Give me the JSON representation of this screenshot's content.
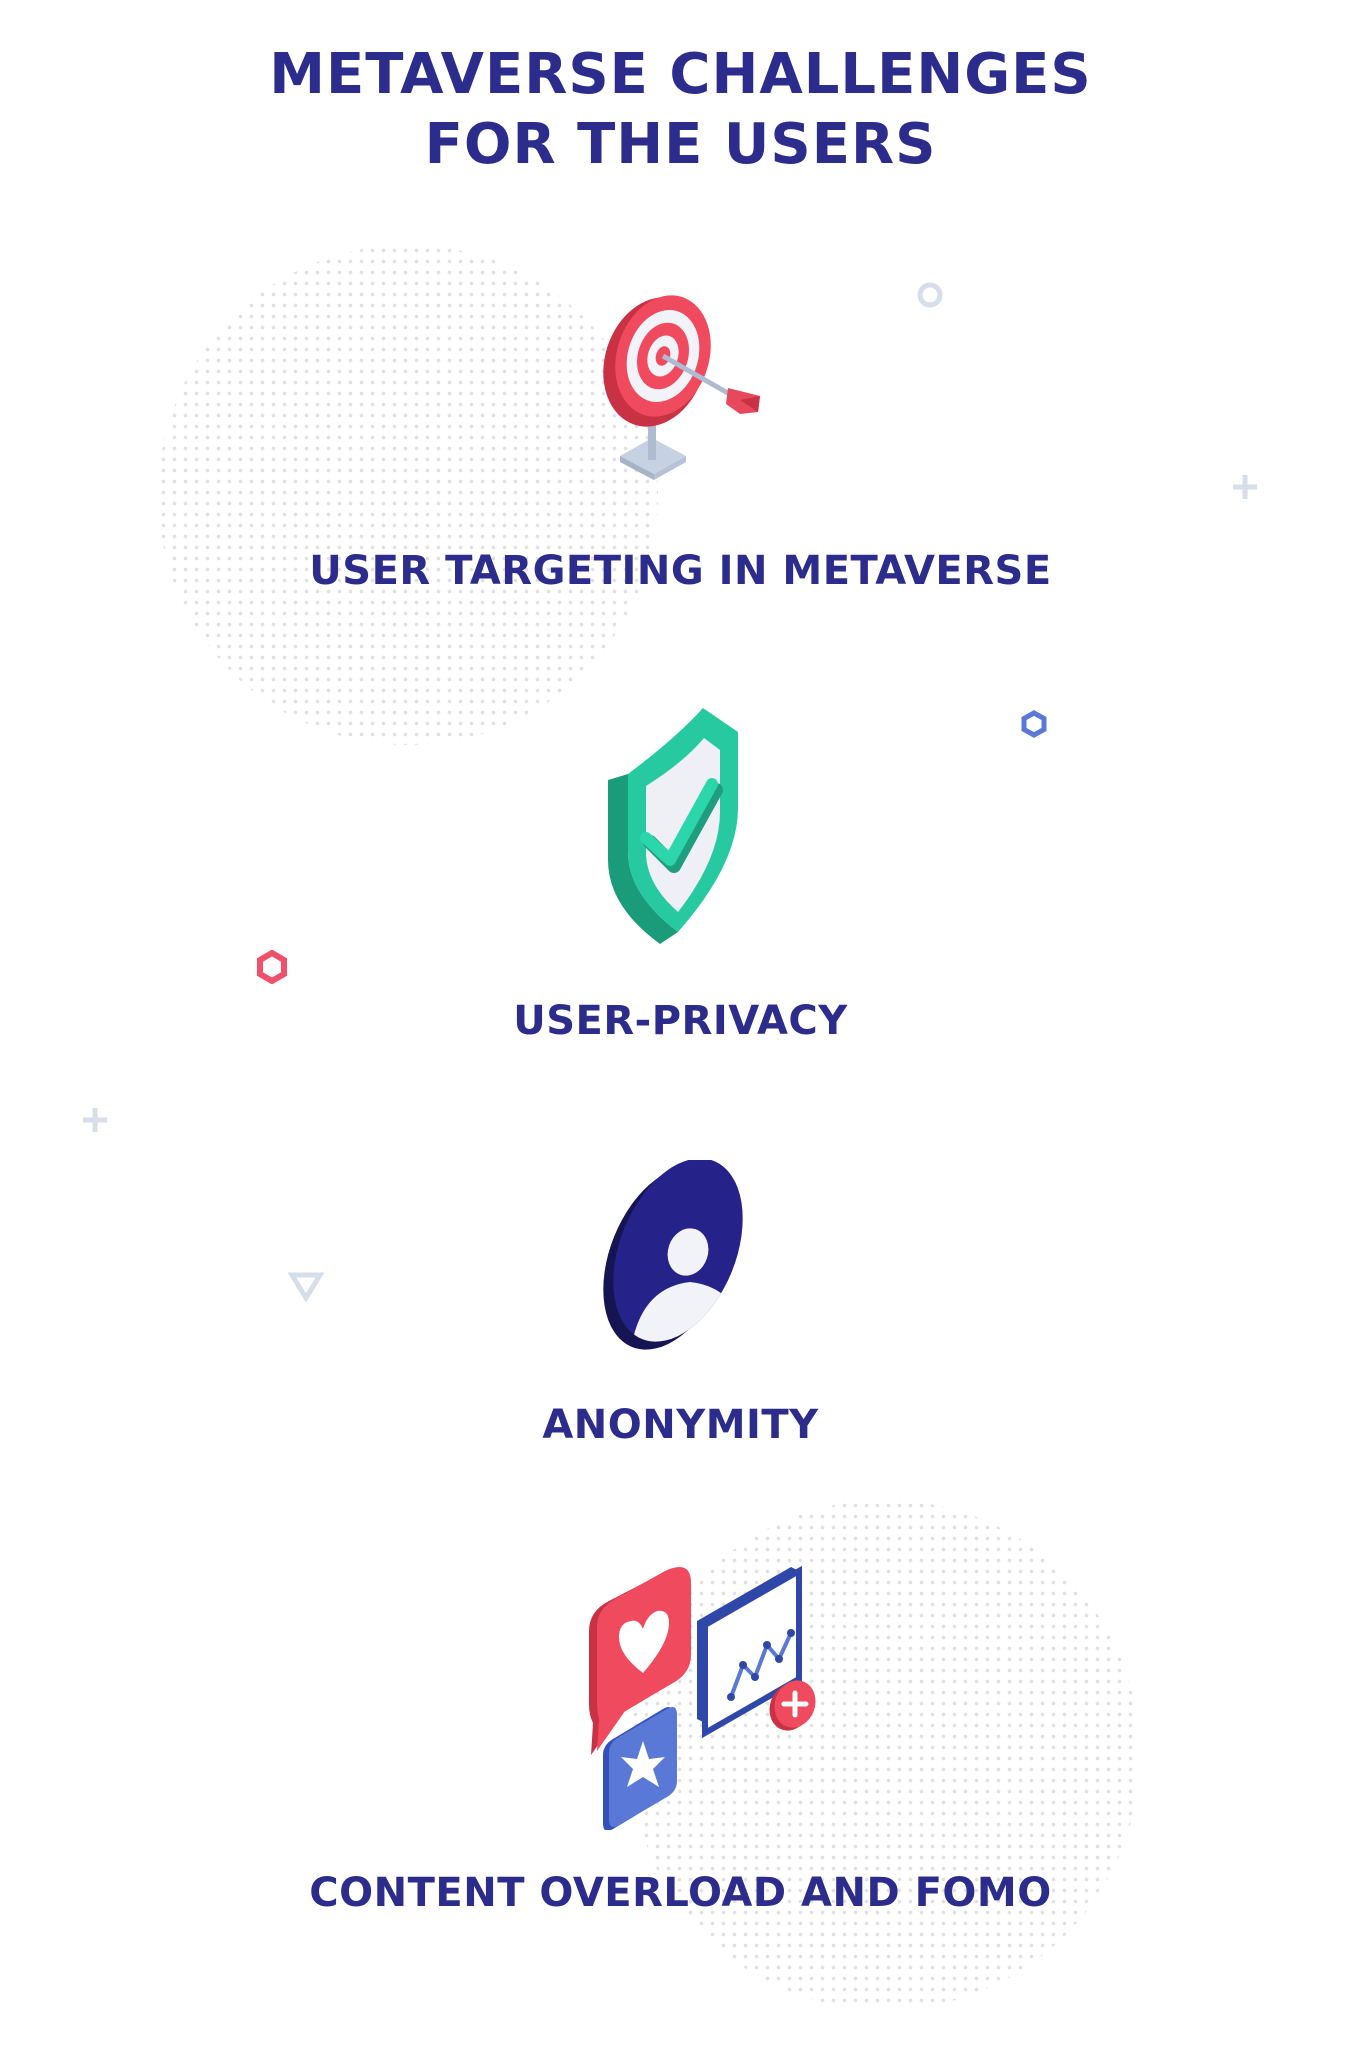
{
  "title": {
    "line1": "METAVERSE CHALLENGES",
    "line2": "FOR THE USERS"
  },
  "items": [
    {
      "label": "USER TARGETING IN METAVERSE",
      "icon": "target-arrow-icon"
    },
    {
      "label": "USER-PRIVACY",
      "icon": "shield-check-icon"
    },
    {
      "label": "ANONYMITY",
      "icon": "user-avatar-icon"
    },
    {
      "label": "CONTENT OVERLOAD AND FOMO",
      "icon": "social-notifications-icon"
    }
  ],
  "colors": {
    "heading": "#2c2c8c",
    "red": "#e84a5f",
    "green": "#26c9a0",
    "navy": "#25228a",
    "blue": "#5a78d6"
  }
}
